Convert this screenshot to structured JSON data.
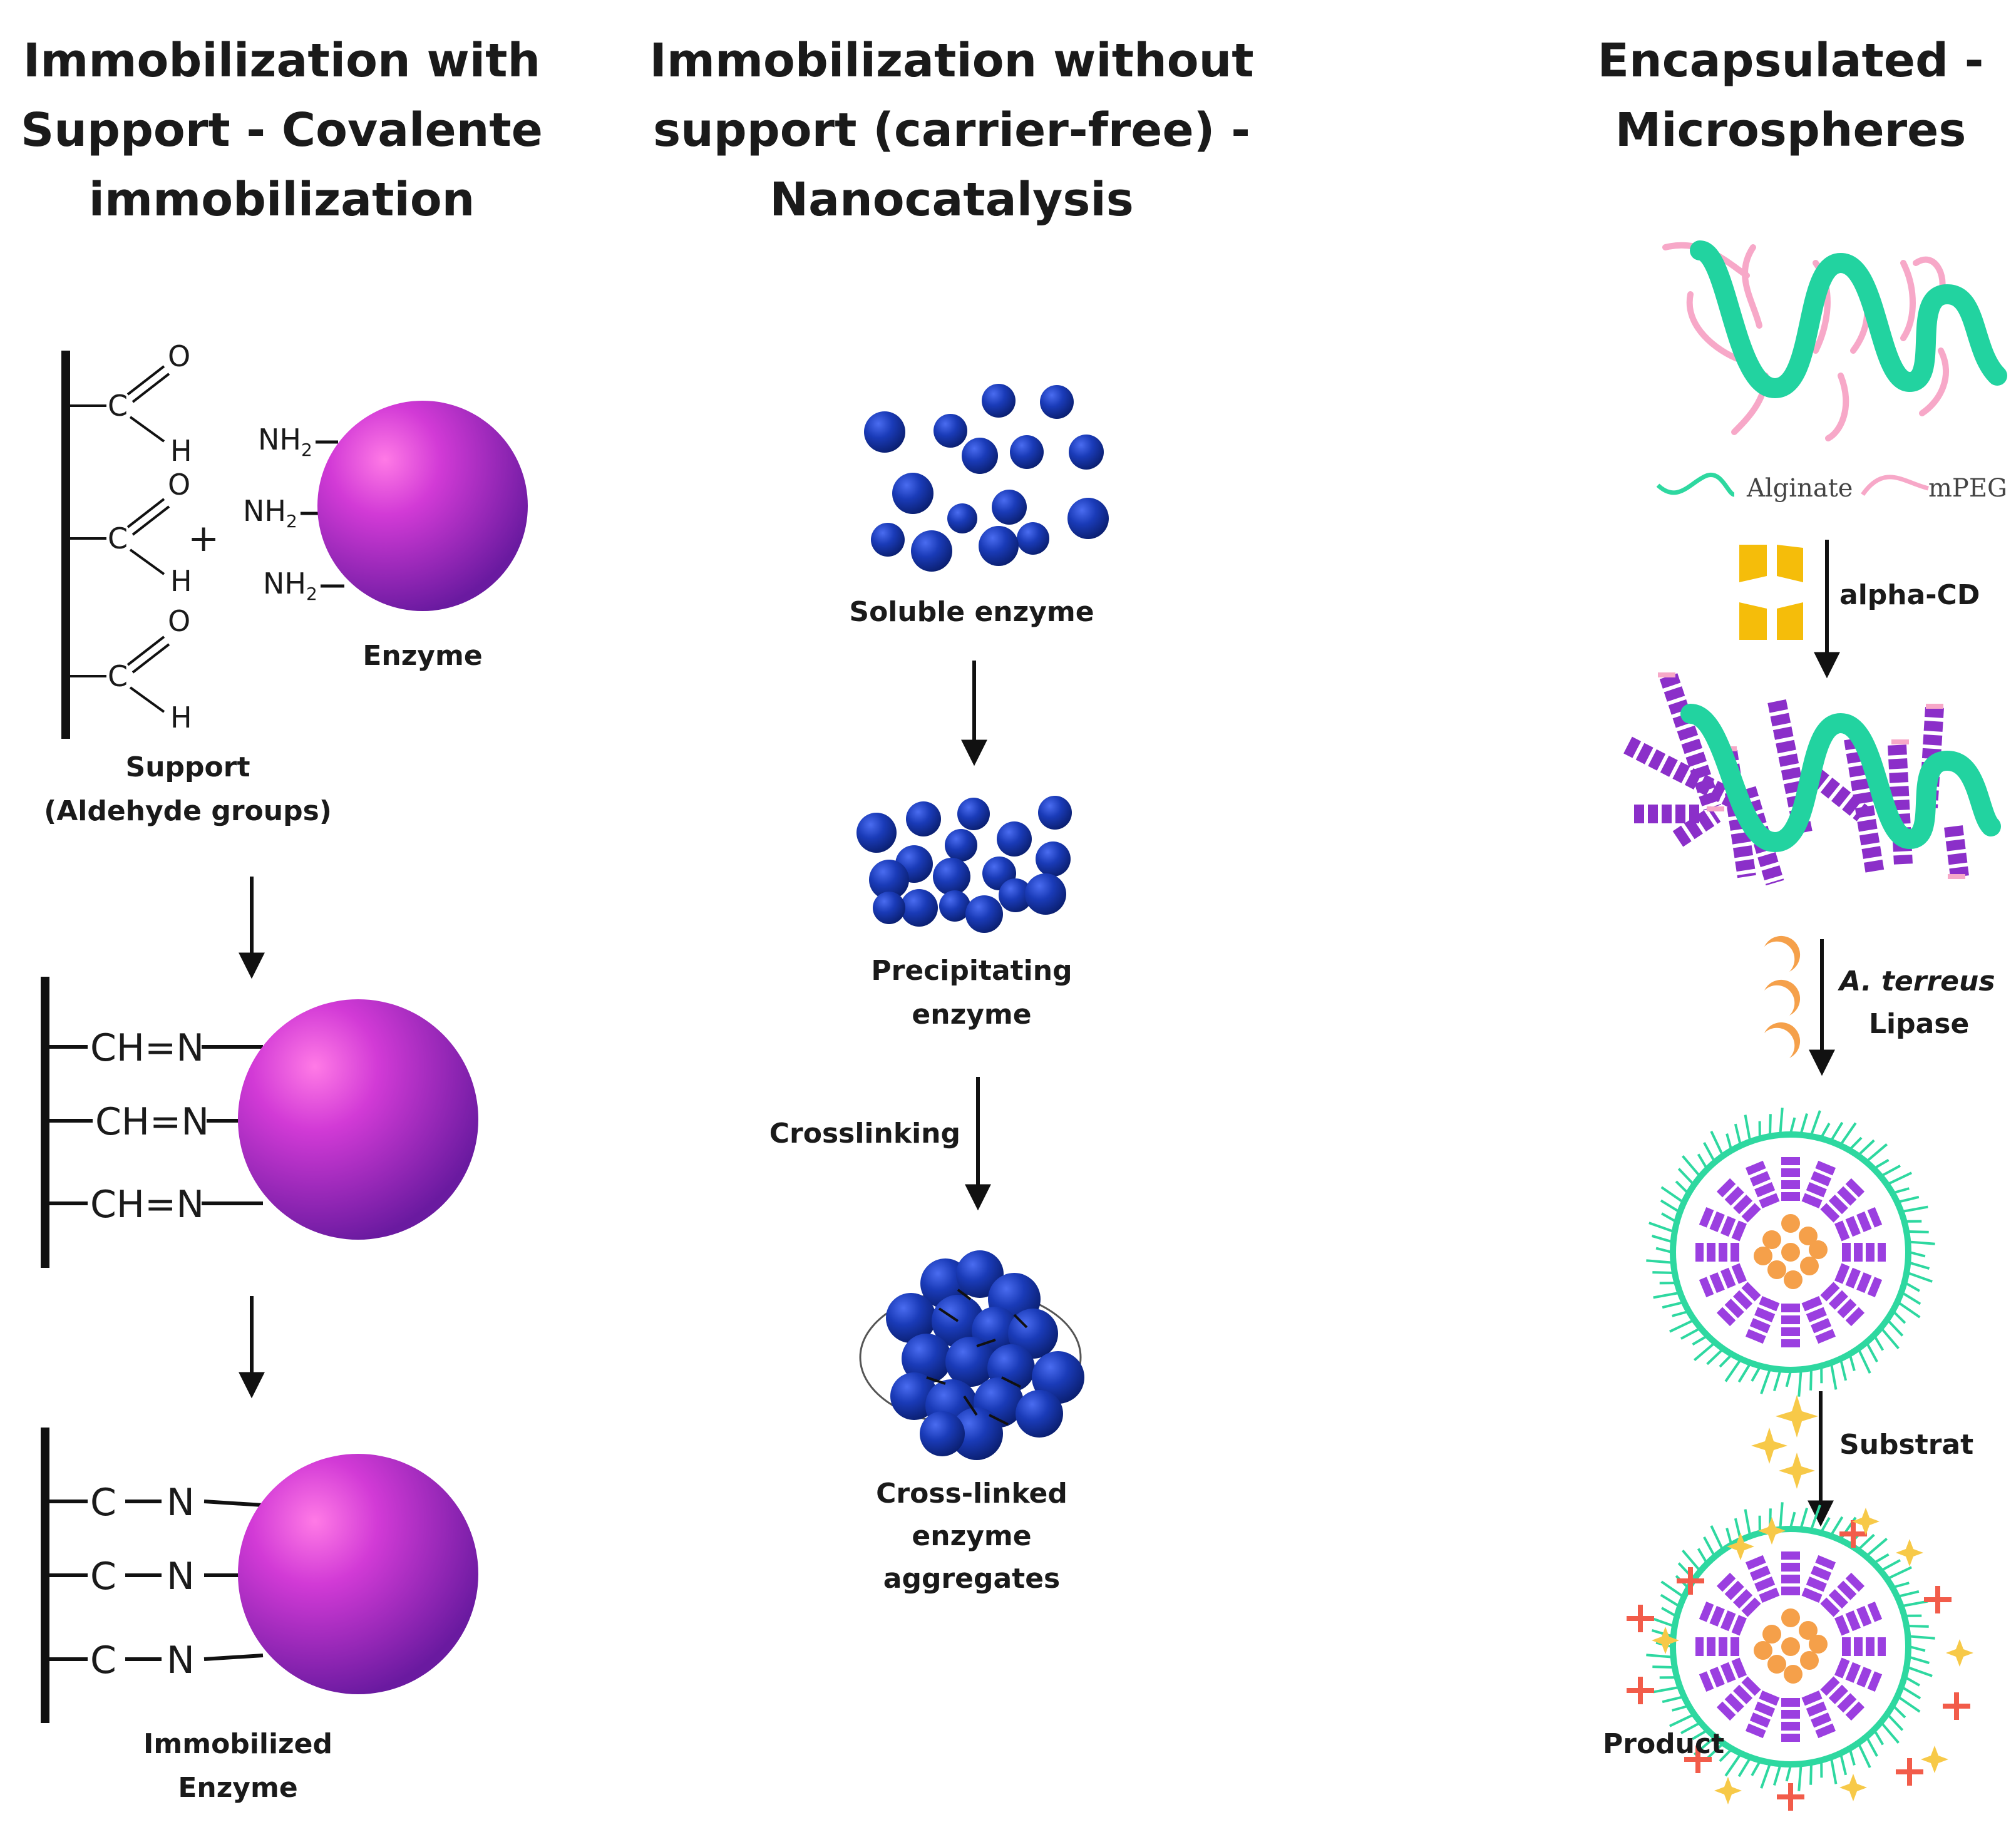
{
  "titles": {
    "col1": [
      "Immobilization with",
      "Support - Covalente",
      "immobilization"
    ],
    "col2": [
      "Immobilization without",
      "support (carrier-free) -",
      "Nanocatalysis"
    ],
    "col3": [
      "Encapsulated -",
      "Microspheres"
    ]
  },
  "col1": {
    "carbonyl_o": "O",
    "carbonyl_c": "C",
    "aldehyde_h": "H",
    "amine": "NH",
    "amine_sub": "2",
    "plus": "+",
    "enzyme_label": "Enzyme",
    "support_label": [
      "Support",
      "(Aldehyde groups)"
    ],
    "imine_bond": "CH=N",
    "reduced_c": "C",
    "reduced_n": "N",
    "immobilized_label": [
      "Immobilized",
      "Enzyme"
    ]
  },
  "col2": {
    "soluble_label": "Soluble enzyme",
    "precipitating_label": [
      "Precipitating",
      "enzyme"
    ],
    "crosslinking_label": "Crosslinking",
    "clea_label": [
      "Cross-linked",
      "enzyme",
      "aggregates"
    ]
  },
  "col3": {
    "legend_alginate": "Alginate",
    "legend_mpeg": "mPEG",
    "step1_label": "alpha-CD",
    "step2_label_italic": "A. terreus",
    "step2_label": "Lipase",
    "step3_label": "Substrat",
    "product_label": "Product"
  },
  "colors": {
    "enzyme_sphere": "#a01fb8",
    "enzyme_highlight": "#ff66e0",
    "blue_enzyme": "#1533a8",
    "alginate": "#2ed8a0",
    "mpeg": "#f7a8c8",
    "alpha_cd": "#f5bd0a",
    "cyclodextrin_stack": "#8b2fc9",
    "lipase": "#f5a04a",
    "substrate_star": "#f7c948",
    "product_cross": "#f25c4a"
  }
}
